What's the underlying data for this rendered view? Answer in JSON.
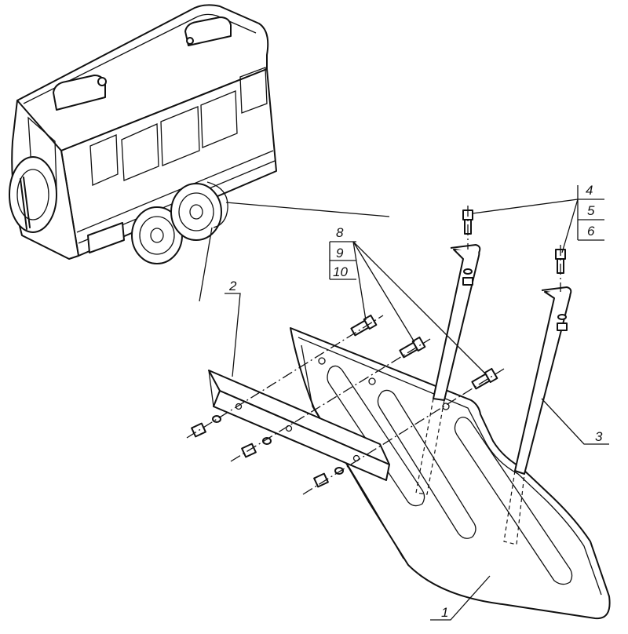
{
  "callouts": {
    "c1": "1",
    "c2": "2",
    "c3": "3",
    "c4": "4",
    "c5": "5",
    "c6": "6",
    "c8": "8",
    "c9": "9",
    "c10": "10"
  }
}
